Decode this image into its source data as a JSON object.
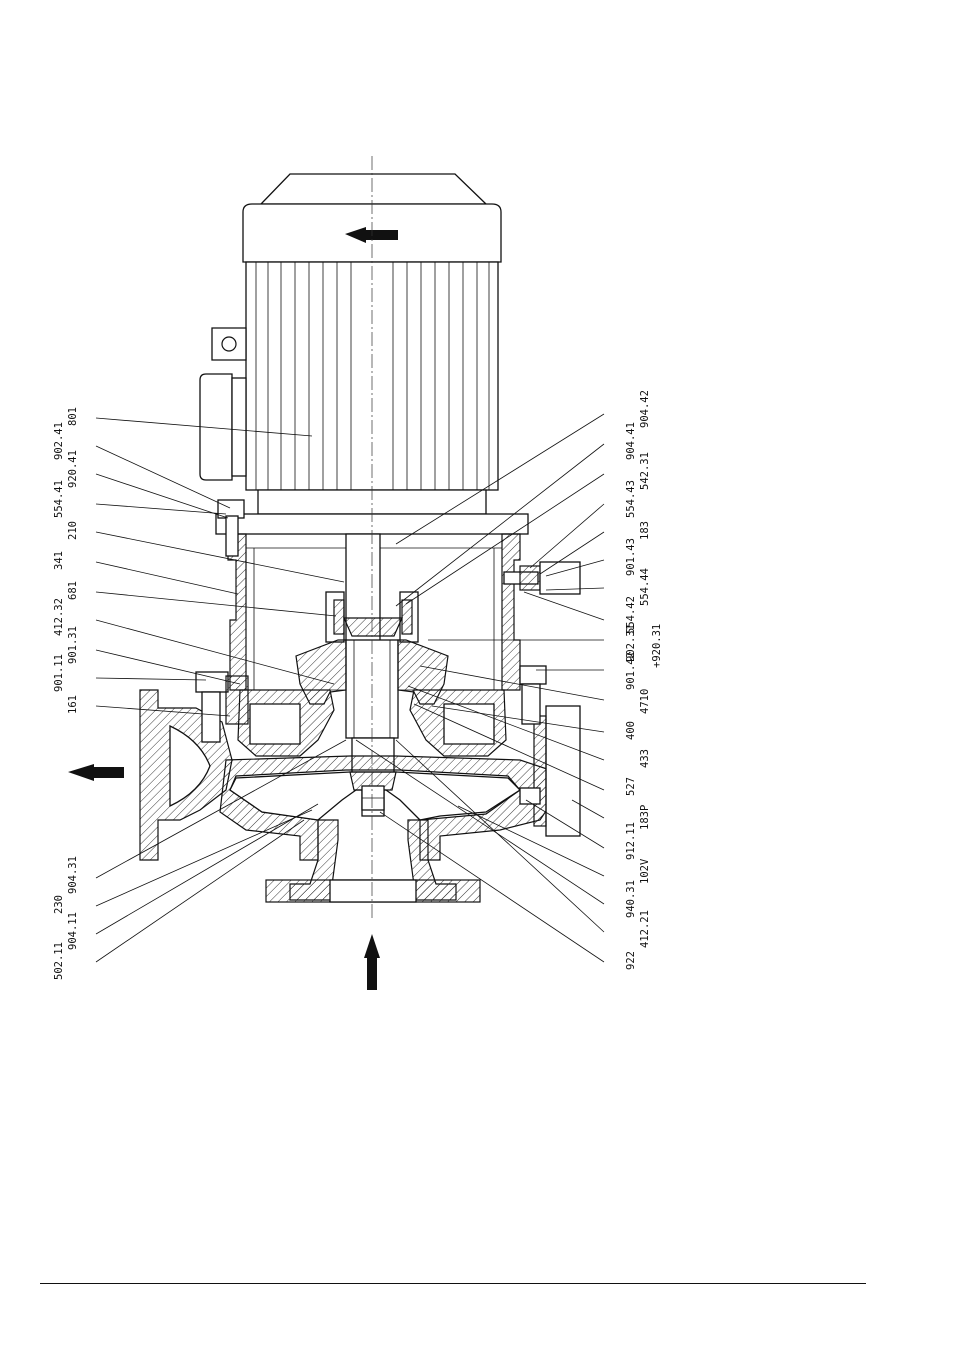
{
  "diagram": {
    "labels_left": [
      "801",
      "902.41",
      "920.41",
      "554.41",
      "210",
      "341",
      "681",
      "412.32",
      "901.31",
      "901.11",
      "161",
      "904.31",
      "230",
      "904.11",
      "502.11"
    ],
    "labels_right": [
      "904.42",
      "904.41",
      "542.31",
      "554.43",
      "183",
      "901.43",
      "554.44",
      "554.42",
      "902.31",
      "+920.31",
      "901.42",
      "4710",
      "400",
      "433",
      "527",
      "183P",
      "912.11",
      "102V",
      "940.31",
      "412.21",
      "922"
    ],
    "flow_arrows": [
      "rotation-arrow",
      "outlet-arrow",
      "inlet-arrow"
    ]
  }
}
